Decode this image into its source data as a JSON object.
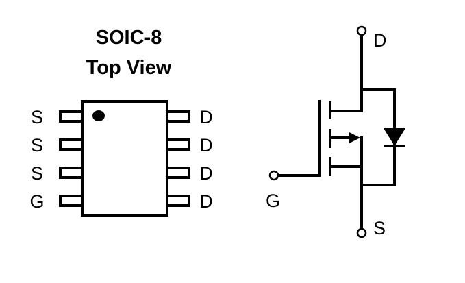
{
  "package": {
    "title_line1": "SOIC-8",
    "title_line2": "Top View",
    "left_pins": [
      "S",
      "S",
      "S",
      "G"
    ],
    "right_pins": [
      "D",
      "D",
      "D",
      "D"
    ]
  },
  "symbol": {
    "drain_label": "D",
    "gate_label": "G",
    "source_label": "S"
  }
}
